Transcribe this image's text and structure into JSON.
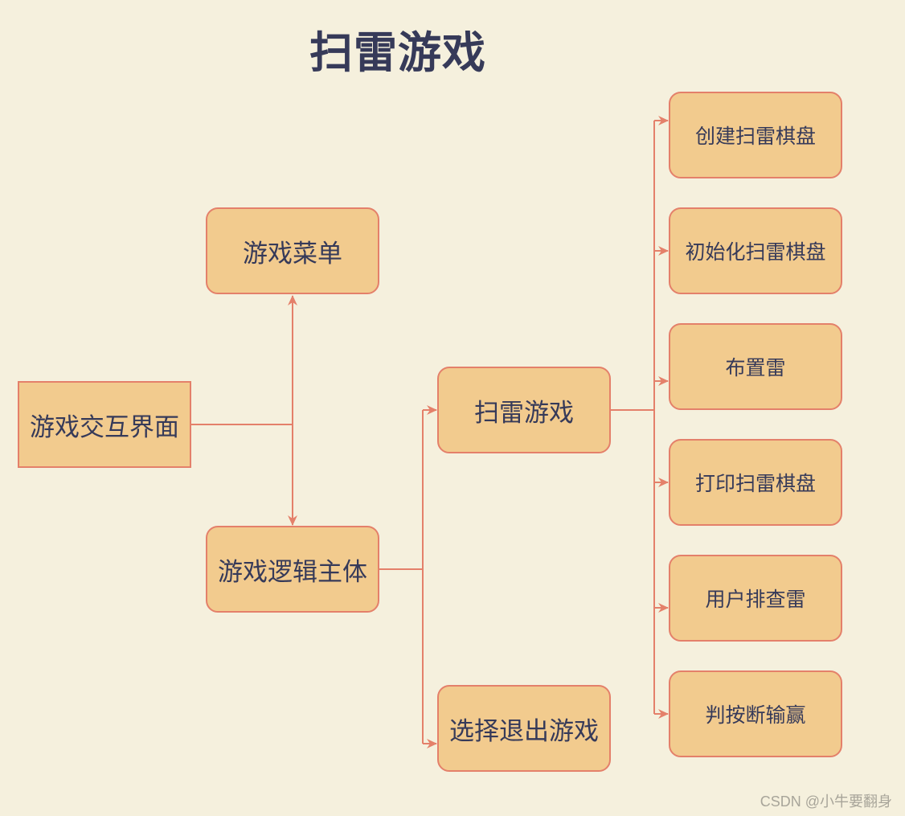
{
  "title": "扫雷游戏",
  "nodes": {
    "interface": "游戏交互界面",
    "menu": "游戏菜单",
    "logic": "游戏逻辑主体",
    "game": "扫雷游戏",
    "exit": "选择退出游戏",
    "create_board": "创建扫雷棋盘",
    "init_board": "初始化扫雷棋盘",
    "place_mines": "布置雷",
    "print_board": "打印扫雷棋盘",
    "user_check": "用户排查雷",
    "judge_win": "判按断输赢"
  },
  "watermark": "CSDN @小牛要翻身",
  "colors": {
    "background": "#f5f0dd",
    "node_fill": "#f2cb8e",
    "node_border": "#e4806a",
    "connector": "#e4806a",
    "text": "#363a59"
  }
}
